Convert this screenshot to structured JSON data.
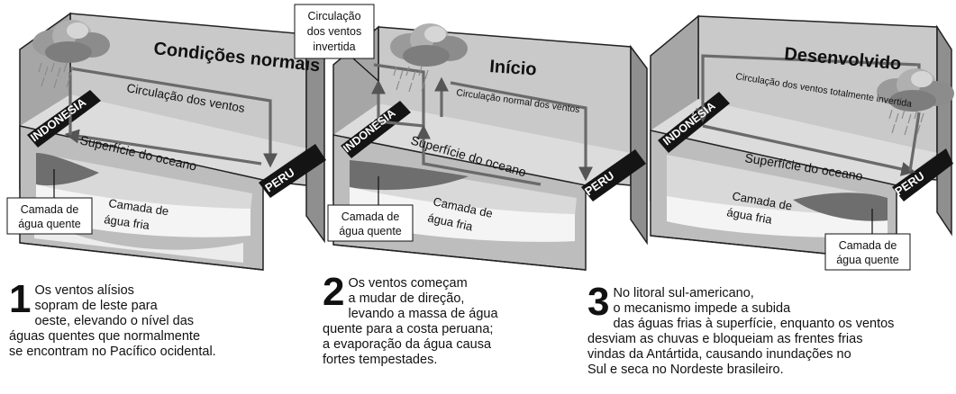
{
  "panels": [
    {
      "title": "Condições normais",
      "left_coast": "INDONESIA",
      "right_coast": "PERU",
      "circulation": "Circulação dos ventos",
      "surface": "Superfície do oceano",
      "warm_layer": [
        "Camada de",
        "água quente"
      ],
      "cold_layer": [
        "Camada de",
        "água fria"
      ]
    },
    {
      "title": "Início",
      "left_coast": "INDONÉSIA",
      "right_coast": "PERU",
      "circulation": "Circulação normal dos ventos",
      "inverted_box": [
        "Circulação",
        "dos ventos",
        "invertida"
      ],
      "surface": "Superfície do oceano",
      "warm_layer": [
        "Camada de",
        "água quente"
      ],
      "cold_layer": [
        "Camada de",
        "água fria"
      ]
    },
    {
      "title": "Desenvolvido",
      "left_coast": "INDONÉSIA",
      "right_coast": "PERU",
      "circulation": "Circulação dos ventos totalmente invertida",
      "surface": "Superfície do oceano",
      "warm_layer": [
        "Camada de",
        "água quente"
      ],
      "cold_layer": [
        "Camada de",
        "água fria"
      ]
    }
  ],
  "captions": [
    {
      "number": "1",
      "lines": [
        "Os ventos alísios",
        "sopram de leste para",
        "oeste, elevando o nível das",
        "águas quentes que normalmente",
        "se encontram no Pacífico ocidental."
      ]
    },
    {
      "number": "2",
      "lines": [
        "Os ventos começam",
        "a mudar de direção,",
        "levando a massa de água",
        "quente para a costa peruana;",
        "a evaporação da água causa",
        "fortes tempestades."
      ]
    },
    {
      "number": "3",
      "lines": [
        "No litoral sul-americano,",
        "o mecanismo impede a subida",
        "das águas frias à superfície, enquanto os ventos",
        "desviam as chuvas e bloqueiam as frentes frias",
        "vindas da Antártida, causando inundações no",
        "Sul e seca no Nordeste brasileiro."
      ]
    }
  ],
  "colors": {
    "back_wall": "#c4c4c4",
    "side_wall": "#a6a6a6",
    "water": "#e6e6e6",
    "warm_water": "#6e6e6e",
    "coast_band": "#141414",
    "arrow": "#6a6a6a",
    "cloud": "#9a9a9a"
  }
}
